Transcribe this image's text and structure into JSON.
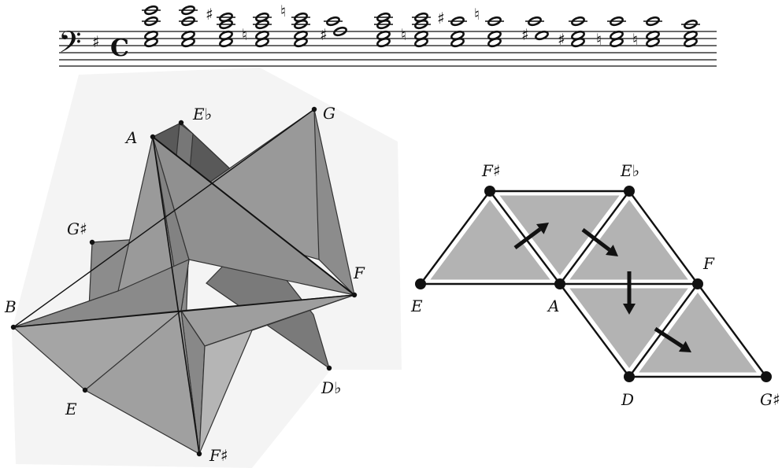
{
  "staff": {
    "clef": "𝄢",
    "key_signature": "♯",
    "time_signature": "C"
  },
  "polyhedron": {
    "vertex_labels": [
      "E♭",
      "G",
      "A",
      "G♯",
      "F",
      "B",
      "E",
      "D♭",
      "F♯"
    ]
  },
  "triangle_path": {
    "vertex_labels": [
      "F♯",
      "E♭",
      "E",
      "A",
      "F",
      "D",
      "G♯"
    ]
  },
  "colors": {
    "face_light": "#aaaaaa",
    "face_mid": "#8c8c8c",
    "face_dark": "#666666",
    "triangle_fill": "#b3b3b3",
    "ink": "#111111"
  }
}
